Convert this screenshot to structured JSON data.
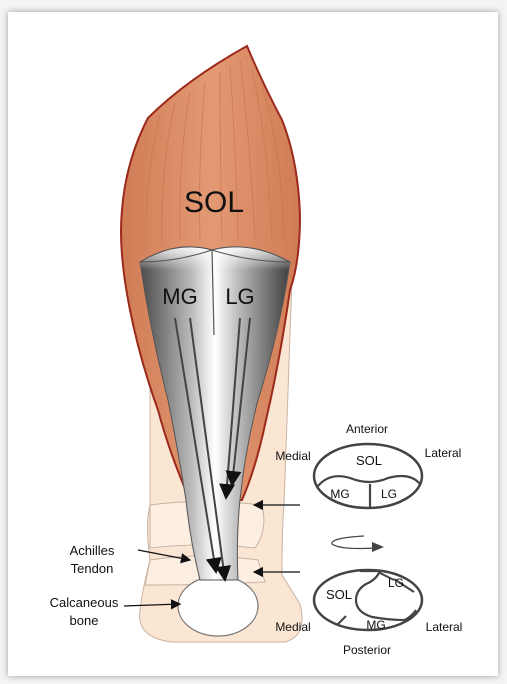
{
  "figure": {
    "muscles": {
      "sol": "SOL",
      "mg": "MG",
      "lg": "LG"
    },
    "labels": {
      "achilles_line1": "Achilles",
      "achilles_line2": "Tendon",
      "calcaneous_line1": "Calcaneous",
      "calcaneous_line2": "bone"
    },
    "cross_section_top": {
      "anterior": "Anterior",
      "medial": "Medial",
      "lateral": "Lateral",
      "sol": "SOL",
      "mg": "MG",
      "lg": "LG"
    },
    "cross_section_bottom": {
      "posterior": "Posterior",
      "medial": "Medial",
      "lateral": "Lateral",
      "sol": "SOL",
      "mg": "MG",
      "lg": "LG"
    }
  },
  "colors": {
    "muscle": "#d9875f",
    "muscle_outline": "#9c2a1c",
    "skin": "#fbe5d3",
    "bone": "#ffffff",
    "outline": "#555555"
  }
}
